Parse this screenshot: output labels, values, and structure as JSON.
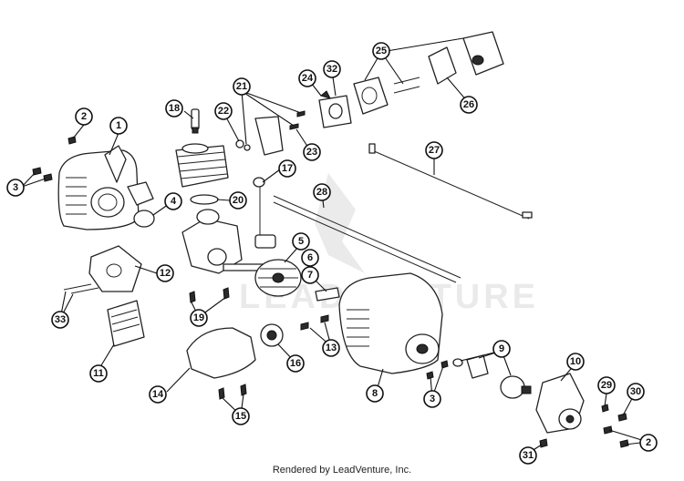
{
  "footer_text": "Rendered by LeadVenture, Inc.",
  "watermark_text": "LEADVENTURE",
  "callouts": [
    {
      "label": "1"
    },
    {
      "label": "2"
    },
    {
      "label": "3"
    },
    {
      "label": "4"
    },
    {
      "label": "5"
    },
    {
      "label": "6"
    },
    {
      "label": "7"
    },
    {
      "label": "8"
    },
    {
      "label": "9"
    },
    {
      "label": "10"
    },
    {
      "label": "11"
    },
    {
      "label": "12"
    },
    {
      "label": "13"
    },
    {
      "label": "14"
    },
    {
      "label": "15"
    },
    {
      "label": "16"
    },
    {
      "label": "17"
    },
    {
      "label": "18"
    },
    {
      "label": "19"
    },
    {
      "label": "20"
    },
    {
      "label": "21"
    },
    {
      "label": "22"
    },
    {
      "label": "23"
    },
    {
      "label": "24"
    },
    {
      "label": "25"
    },
    {
      "label": "26"
    },
    {
      "label": "27"
    },
    {
      "label": "28"
    },
    {
      "label": "29"
    },
    {
      "label": "30"
    },
    {
      "label": "31"
    },
    {
      "label": "32"
    },
    {
      "label": "33"
    },
    {
      "label": "3"
    },
    {
      "label": "2"
    }
  ]
}
